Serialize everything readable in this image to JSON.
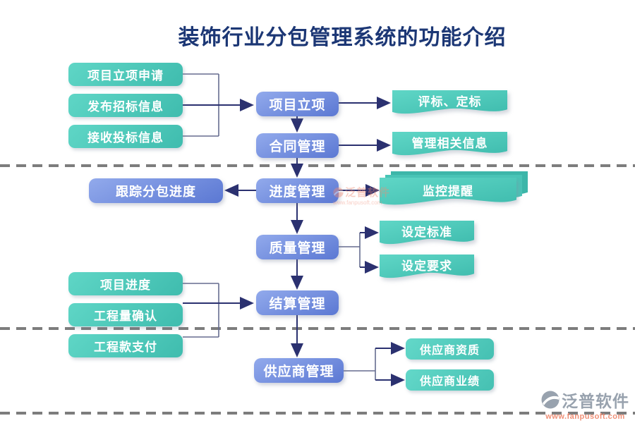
{
  "title": "装饰行业分包管理系统的功能介绍",
  "columns": {
    "inputs_top": [
      {
        "label": "项目立项申请"
      },
      {
        "label": "发布招标信息"
      },
      {
        "label": "接收投标信息"
      }
    ],
    "inputs_bottom": [
      {
        "label": "项目进度"
      },
      {
        "label": "工程量确认"
      },
      {
        "label": "工程款支付"
      }
    ],
    "center": [
      {
        "label": "项目立项"
      },
      {
        "label": "合同管理"
      },
      {
        "label": "进度管理"
      },
      {
        "label": "质量管理"
      },
      {
        "label": "结算管理"
      },
      {
        "label": "供应商管理"
      }
    ],
    "left_output": {
      "label": "跟踪分包进度"
    },
    "right_docs": [
      {
        "label": "评标、定标"
      },
      {
        "label": "管理相关信息"
      },
      {
        "label": "监控提醒"
      },
      {
        "label": "设定标准"
      },
      {
        "label": "设定要求"
      }
    ],
    "right_rounded": [
      {
        "label": "供应商资质"
      },
      {
        "label": "供应商业绩"
      }
    ]
  },
  "brand": {
    "name": "泛普软件",
    "url": "www.fanpusoft.com"
  },
  "watermark": {
    "name": "泛普软件",
    "url": "www.fanpusoft.com"
  },
  "colors": {
    "teal": "#45c3b5",
    "teal_light": "#5fd6c6",
    "blue": "#6a87d9",
    "blue_light": "#92aaec",
    "title_navy": "#1c3775",
    "arrow_navy": "#2b3170",
    "connector_gray": "#666c8f",
    "dashed_gray": "#7d7d7d",
    "brand_gray": "#98a2ae",
    "brand_coral": "#ef8f76"
  }
}
